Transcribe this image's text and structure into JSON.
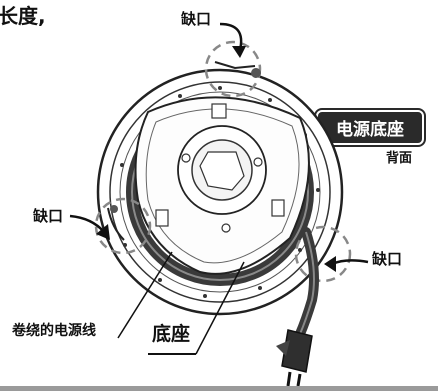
{
  "heading_fragment": "长度,",
  "labels": {
    "notch_top": "缺口",
    "notch_left": "缺口",
    "notch_right": "缺口",
    "badge": "电源底座",
    "back": "背面",
    "coiled_cord": "卷绕的电源线",
    "base": "底座"
  },
  "colors": {
    "badge_bg": "#2a2a2a",
    "cord": "#3a3a3a",
    "strip": "#9a9a9a"
  }
}
